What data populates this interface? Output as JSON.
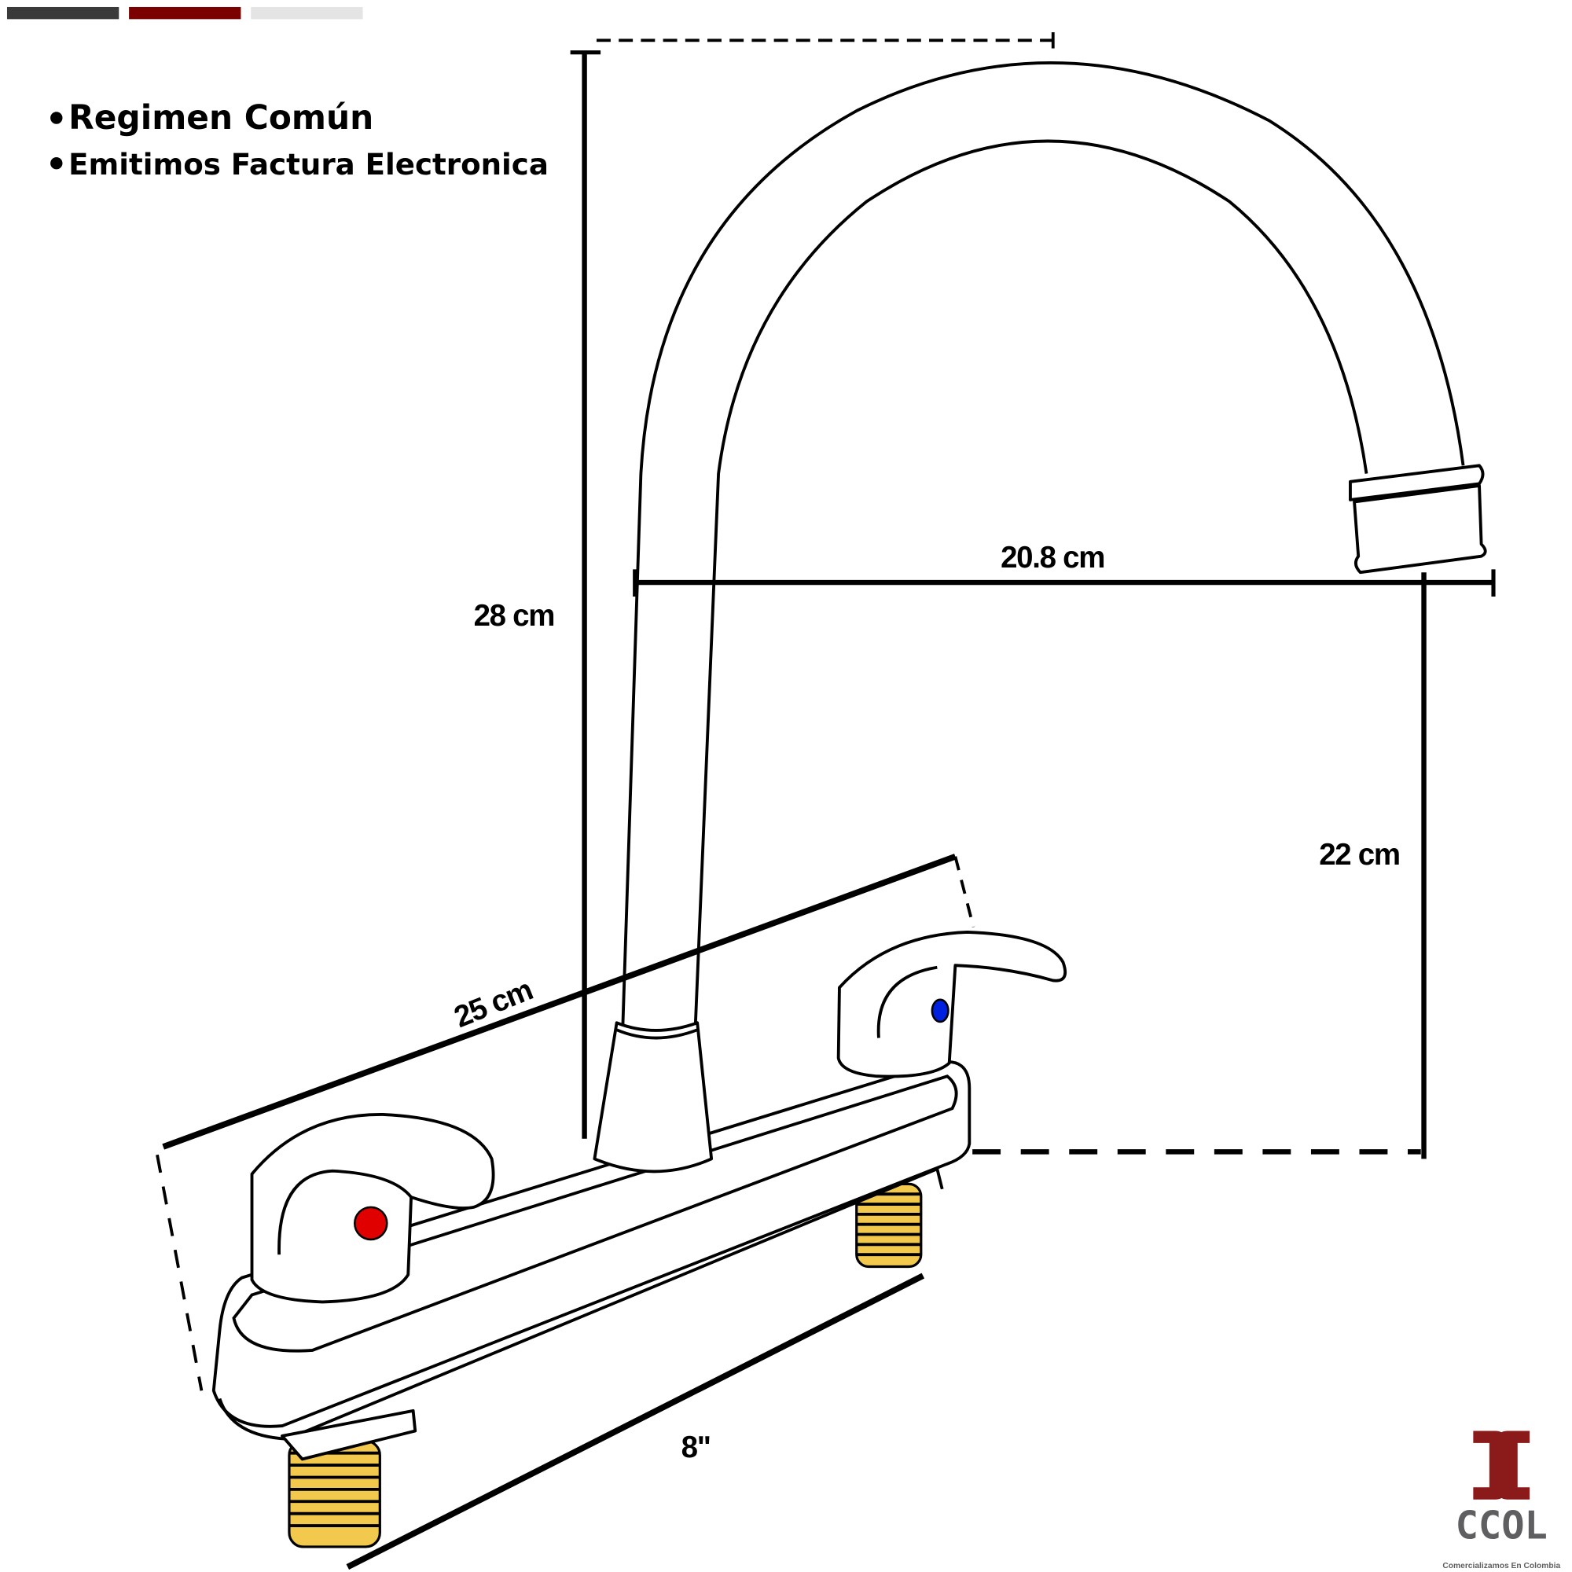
{
  "header": {
    "color_bars": [
      "#3a3a3a",
      "#7b0000",
      "#e4e4e4"
    ],
    "bullets": [
      "Regimen Común",
      "Emitimos Factura Electronica"
    ]
  },
  "dimensions": {
    "total_height": "28 cm",
    "spout_reach": "20.8 cm",
    "spout_height": "22 cm",
    "base_width": "25 cm",
    "center_spacing": "8\""
  },
  "indicators": {
    "hot_color": "#e00000",
    "cold_color": "#0020e0",
    "thread_color": "#f2c94c"
  },
  "logo": {
    "mark": "CC",
    "name": "CCOL",
    "tagline": "Comercializamos En Colombia",
    "mark_color": "#8b1a1a",
    "name_color": "#5f5f62"
  }
}
